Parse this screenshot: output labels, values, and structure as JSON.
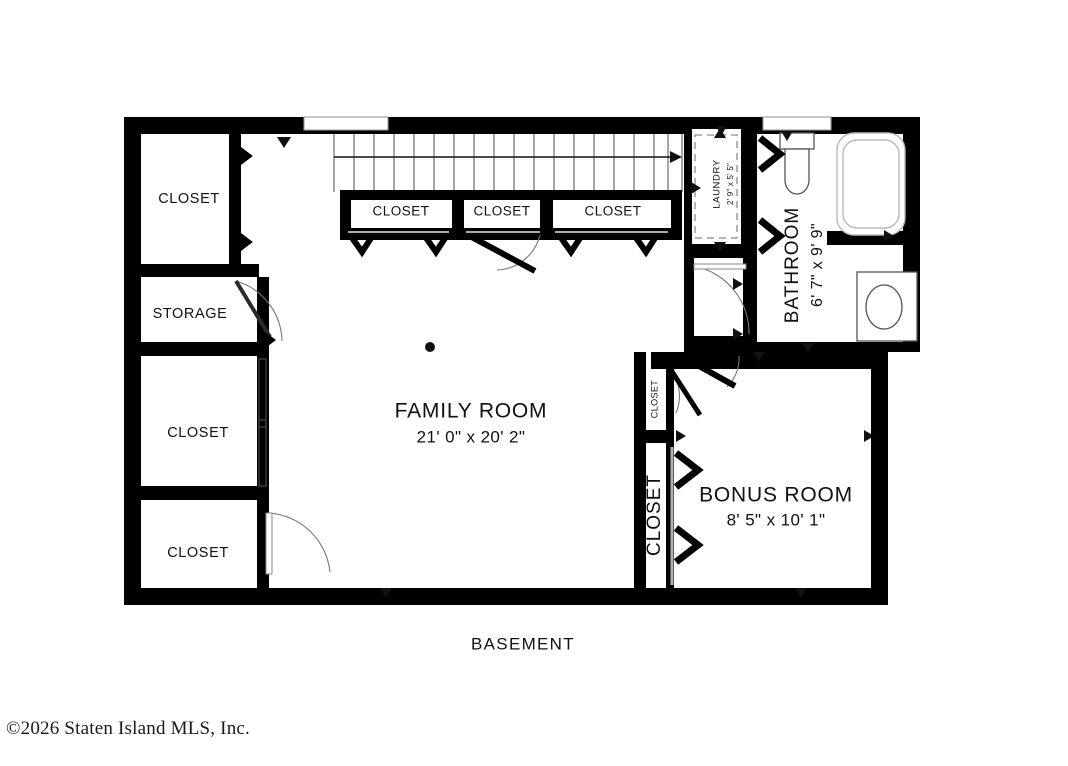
{
  "plan": {
    "caption": "BASEMENT",
    "copyright": "©2026 Staten Island MLS, Inc.",
    "background_color": "#ffffff",
    "wall_color": "#000000",
    "text_color": "#111111"
  },
  "rooms": {
    "family_room": {
      "name": "FAMILY ROOM",
      "dimensions": "21' 0\" x 20' 2\""
    },
    "bonus_room": {
      "name": "BONUS ROOM",
      "dimensions": "8' 5\" x 10' 1\""
    },
    "bathroom": {
      "name": "BATHROOM",
      "dimensions": "6' 7\" x 9' 9\""
    },
    "laundry": {
      "name": "LAUNDRY",
      "dimensions": "2' 9\" x 5' 5\""
    },
    "storage": {
      "name": "STORAGE"
    }
  },
  "closets": {
    "left_top": "CLOSET",
    "left_mid": "CLOSET",
    "left_bottom": "CLOSET",
    "stair_a": "CLOSET",
    "stair_b": "CLOSET",
    "stair_c": "CLOSET",
    "bonus_small": "CLOSET",
    "bonus_large": "CLOSET"
  },
  "fixtures": {
    "toilet": "toilet-fixture",
    "bathtub": "bathtub-fixture",
    "vanity_sink": "vanity-sink-fixture",
    "washer_dryer": "washer-dryer-fixture",
    "staircase": "staircase-up",
    "ceiling_light": "ceiling-light-marker"
  }
}
